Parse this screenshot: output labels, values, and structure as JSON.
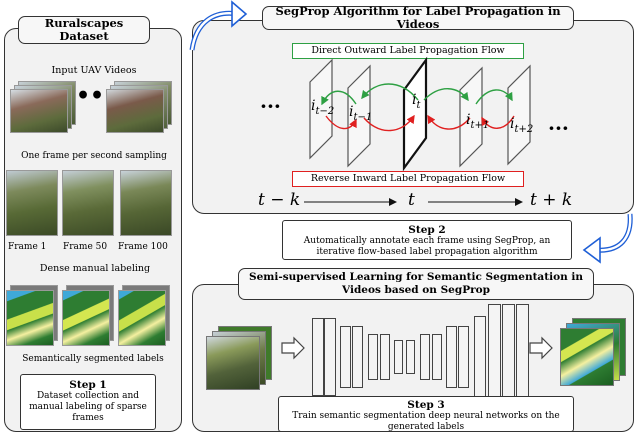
{
  "step1": {
    "title": "Ruralscapes Dataset",
    "input_videos": "Input UAV Videos",
    "sampling": "One frame per second sampling",
    "frame_labels": [
      "Frame 1",
      "Frame 50",
      "Frame 100"
    ],
    "dense_labeling": "Dense manual labeling",
    "segmented_labels": "Semantically segmented labels",
    "box_title": "Step 1",
    "box_text": "Dataset collection and manual labeling of sparse frames"
  },
  "step2": {
    "title": "SegProp Algorithm for Label Propagation in Videos",
    "direct_flow": "Direct Outward Label Propagation Flow",
    "reverse_flow": "Reverse Inward Label Propagation Flow",
    "frames": [
      "i",
      "i",
      "i",
      "i",
      "i"
    ],
    "frame_subs": [
      "t−2",
      "t−1",
      "t",
      "t+1",
      "t+2"
    ],
    "ellipsis": "···",
    "axis_left": "t − k",
    "axis_mid": "t",
    "axis_right": "t + k",
    "box_title": "Step 2",
    "box_text": "Automatically annotate each frame using SegProp, an iterative flow-based label propagation algorithm"
  },
  "step3": {
    "title": "Semi-supervised Learning for Semantic Segmentation in Videos based on SegProp",
    "box_title": "Step 3",
    "box_text": "Train semantic segmentation deep neural networks on the generated labels"
  },
  "colors": {
    "green": "#2ea043",
    "red": "#e02020",
    "arc_blue": "#1f5fd6"
  }
}
